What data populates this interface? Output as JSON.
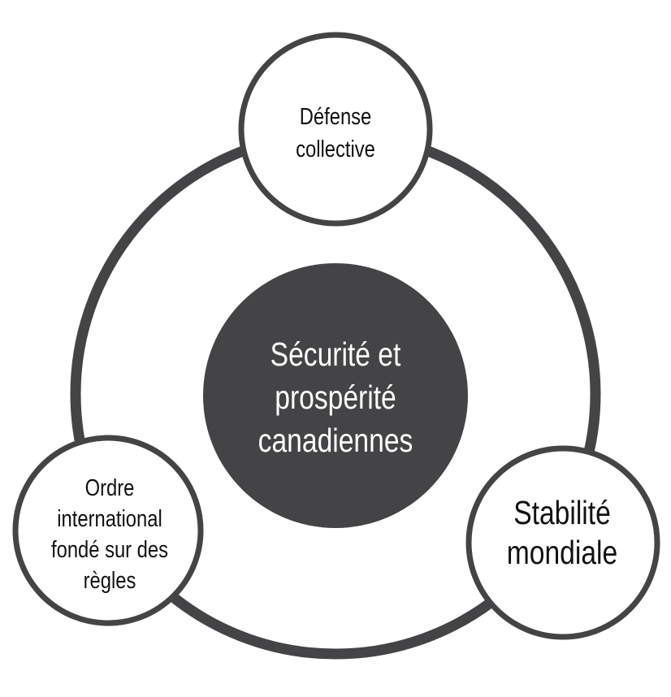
{
  "colors": {
    "stroke": "#444446",
    "center_fill": "#444446",
    "node_fill": "#ffffff",
    "center_text": "#ffffff",
    "node_text": "#111111"
  },
  "center": {
    "lines": [
      "Sécurité et",
      "prospérité",
      "canadiennes"
    ]
  },
  "nodes": {
    "top": {
      "lines": [
        "Défense",
        "collective"
      ]
    },
    "left": {
      "lines": [
        "Ordre",
        "international",
        "fondé sur des",
        "règles"
      ]
    },
    "right": {
      "lines": [
        "Stabilité",
        "mondiale"
      ]
    }
  }
}
